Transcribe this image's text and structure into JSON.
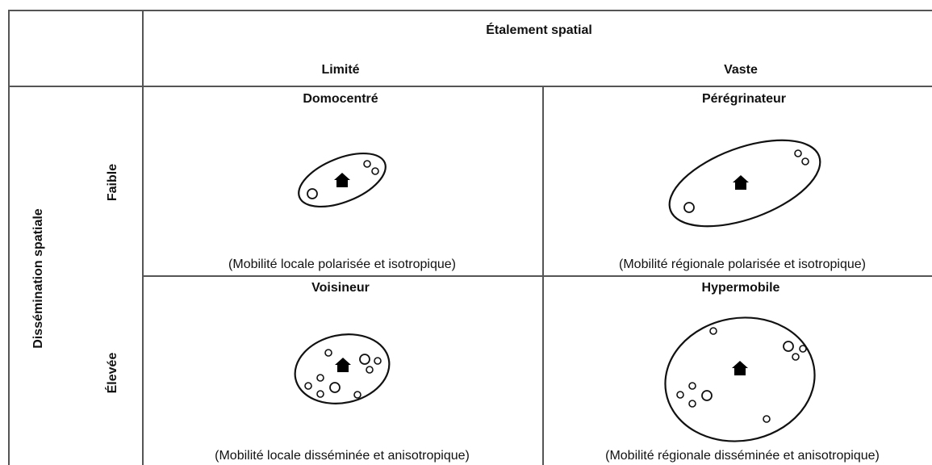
{
  "header": {
    "spread_title": "Étalement spatial",
    "col_limited": "Limité",
    "col_vast": "Vaste"
  },
  "side": {
    "dissemination_title": "Dissémination spatiale",
    "row_low": "Faible",
    "row_high": "Élevée"
  },
  "cells": {
    "domocentre": {
      "title": "Domocentré",
      "desc": "(Mobilité locale polarisée et isotropique)"
    },
    "peregrinateur": {
      "title": "Pérégrinateur",
      "desc": "(Mobilité régionale polarisée et isotropique)"
    },
    "voisineur": {
      "title": "Voisineur",
      "desc": "(Mobilité locale disséminée et anisotropique)"
    },
    "hypermobile": {
      "title": "Hypermobile",
      "desc": "(Mobilité régionale disséminée et anisotropique)"
    }
  },
  "icons": {
    "home": "house-icon",
    "place": "circle-icon"
  }
}
